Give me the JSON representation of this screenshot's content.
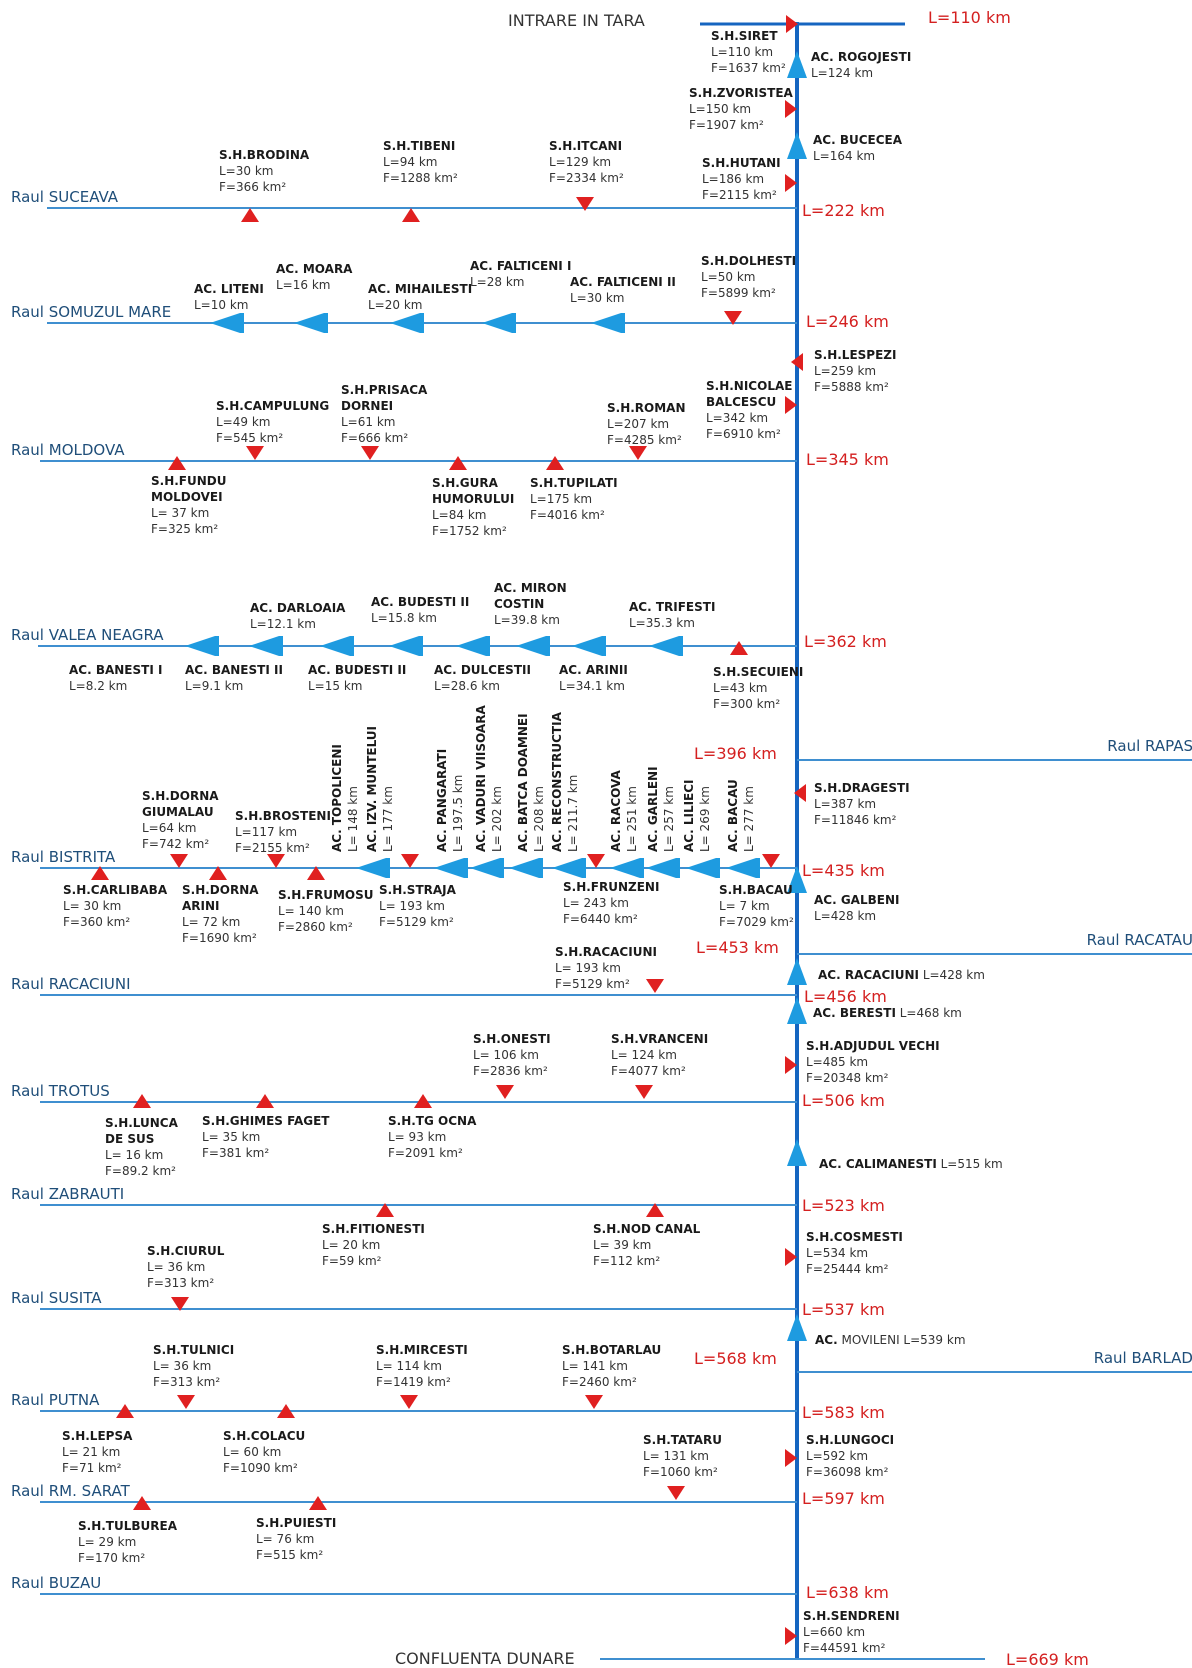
{
  "colors": {
    "river": "#3f8fd0",
    "main_river": "#1565c0",
    "station": "#e02020",
    "dam": "#1e9be0",
    "km_text": "#d42020"
  },
  "labels": {
    "top": "INTRARE IN TARA",
    "bottom": "CONFLUENTA DUNARE",
    "river_prefix": "Raul"
  },
  "km_markers": [
    "L=110 km",
    "L=222 km",
    "L=246 km",
    "L=345 km",
    "L=362 km",
    "L=396 km",
    "L=435 km",
    "L=453 km",
    "L=456 km",
    "L=506 km",
    "L=523 km",
    "L=537 km",
    "L=568 km",
    "L=583 km",
    "L=597 km",
    "L=638 km",
    "L=669 km"
  ],
  "rivers": {
    "left": [
      "SUCEAVA",
      "SOMUZUL MARE",
      "MOLDOVA",
      "VALEA NEAGRA",
      "BISTRITA",
      "RACACIUNI",
      "TROTUS",
      "ZABRAUTI",
      "SUSITA",
      "PUTNA",
      "RM. SARAT",
      "BUZAU"
    ],
    "right": [
      "RAPAS",
      "RACATAU",
      "BARLAD"
    ]
  },
  "blocks": [
    [
      "S.H.SIRET",
      "L=110 km",
      "F=1637 km²"
    ],
    [
      "AC. ROGOJESTI",
      "L=124 km"
    ],
    [
      "S.H.ZVORISTEA",
      "L=150 km",
      "F=1907 km²"
    ],
    [
      "AC. BUCECEA",
      "L=164 km"
    ],
    [
      "S.H.HUTANI",
      "L=186 km",
      "F=2115 km²"
    ],
    [
      "S.H.BRODINA",
      "L=30 km",
      "F=366 km²"
    ],
    [
      "S.H.TIBENI",
      "L=94 km",
      "F=1288 km²"
    ],
    [
      "S.H.ITCANI",
      "L=129 km",
      "F=2334 km²"
    ],
    [
      "AC. LITENI",
      "L=10  km"
    ],
    [
      "AC. MOARA",
      "L=16 km"
    ],
    [
      "AC. MIHAILESTI",
      "L=20 km"
    ],
    [
      "AC. FALTICENI I",
      "L=28 km"
    ],
    [
      "AC. FALTICENI II",
      "L=30 km"
    ],
    [
      "S.H.DOLHESTI",
      "L=50 km",
      "F=5899 km²"
    ],
    [
      "S.H.LESPEZI",
      "L=259 km",
      "F=5888 km²"
    ],
    [
      "S.H.NICOLAE",
      "BALCESCU",
      "L=342 km",
      "F=6910 km²"
    ],
    [
      "S.H.CAMPULUNG",
      "L=49 km",
      "F=545 km²"
    ],
    [
      "S.H.PRISACA",
      "DORNEI",
      "L=61 km",
      "F=666 km²"
    ],
    [
      "S.H.ROMAN",
      "L=207 km",
      "F=4285 km²"
    ],
    [
      "S.H.FUNDU",
      "MOLDOVEI",
      "L= 37 km",
      "F=325 km²"
    ],
    [
      "S.H.GURA",
      "HUMORULUI",
      "L=84 km",
      "F=1752 km²"
    ],
    [
      "S.H.TUPILATI",
      "L=175 km",
      "F=4016 km²"
    ],
    [
      "AC. DARLOAIA",
      "L=12.1  km"
    ],
    [
      "AC. BUDESTI II",
      "L=15.8  km"
    ],
    [
      "AC. MIRON",
      "COSTIN",
      "L=39.8  km"
    ],
    [
      "AC. TRIFESTI",
      "L=35.3  km"
    ],
    [
      "AC. BANESTI I",
      "L=8.2  km"
    ],
    [
      "AC. BANESTI II",
      "L=9.1  km"
    ],
    [
      "AC. BUDESTI II",
      "L=15  km"
    ],
    [
      "AC. DULCESTII",
      "L=28.6  km"
    ],
    [
      "AC. ARINII",
      "L=34.1  km"
    ],
    [
      "S.H.SECUIENI",
      "L=43 km",
      "F=300 km²"
    ],
    [
      "S.H.DORNA",
      "GIUMALAU",
      "L=64 km",
      "F=742 km²"
    ],
    [
      "S.H.BROSTENI",
      "L=117 km",
      "F=2155 km²"
    ],
    [
      "S.H.DRAGESTI",
      "L=387 km",
      "F=11846 km²"
    ],
    [
      "S.H.CARLIBABA",
      "L= 30 km",
      "F=360 km²"
    ],
    [
      "S.H.DORNA",
      "ARINI",
      "L= 72 km",
      "F=1690 km²"
    ],
    [
      "S.H.FRUMOSU",
      "L= 140 km",
      "F=2860 km²"
    ],
    [
      "S.H.STRAJA",
      "L= 193 km",
      "F=5129 km²"
    ],
    [
      "S.H.FRUNZENI",
      "L= 243  km",
      "F=6440 km²"
    ],
    [
      "S.H.BACAU",
      "L= 7  km",
      "F=7029 km²"
    ],
    [
      "AC. GALBENI",
      "L=428  km"
    ],
    [
      "S.H.RACACIUNI",
      "L= 193 km",
      "F=5129 km²"
    ],
    [
      "S.H.ONESTI",
      "L= 106 km",
      "F=2836 km²"
    ],
    [
      "S.H.VRANCENI",
      "L= 124 km",
      "F=4077 km²"
    ],
    [
      "S.H.ADJUDUL VECHI",
      "L=485 km",
      "F=20348 km²"
    ],
    [
      "S.H.LUNCA",
      "DE SUS",
      "L= 16 km",
      "F=89.2 km²"
    ],
    [
      "S.H.GHIMES FAGET",
      "L= 35 km",
      "F=381 km²"
    ],
    [
      "S.H.TG OCNA",
      "L= 93 km",
      "F=2091 km²"
    ],
    [
      "S.H.FITIONESTI",
      "L= 20 km",
      "F=59 km²"
    ],
    [
      "S.H.NOD CANAL",
      "L= 39 km",
      "F=112 km²"
    ],
    [
      "S.H.CIURUL",
      "L= 36 km",
      "F=313 km²"
    ],
    [
      "S.H.COSMESTI",
      "L=534 km",
      "F=25444 km²"
    ],
    [
      "S.H.TULNICI",
      "L= 36 km",
      "F=313 km²"
    ],
    [
      "S.H.MIRCESTI",
      "L= 114 km",
      "F=1419 km²"
    ],
    [
      "S.H.BOTARLAU",
      "L= 141 km",
      "F=2460 km²"
    ],
    [
      "S.H.LEPSA",
      "L= 21 km",
      "F=71 km²"
    ],
    [
      "S.H.COLACU",
      "L= 60 km",
      "F=1090 km²"
    ],
    [
      "S.H.TATARU",
      "L= 131 km",
      "F=1060 km²"
    ],
    [
      "S.H.LUNGOCI",
      "L=592 km",
      "F=36098 km²"
    ],
    [
      "S.H.TULBUREA",
      "L= 29 km",
      "F=170 km²"
    ],
    [
      "S.H.PUIESTI",
      "L= 76 km",
      "F=515 km²"
    ],
    [
      "S.H.SENDRENI",
      "L=660 km",
      "F=44591 km²"
    ]
  ],
  "inline": [
    [
      "AC. RACACIUNI",
      "L=428  km"
    ],
    [
      "AC. BERESTI",
      "L=468  km"
    ],
    [
      "AC. CALIMANESTI",
      "L=515  km"
    ],
    [
      "AC.",
      "MOVILENI  L=539 km"
    ]
  ],
  "rotated": [
    [
      "AC. TOPOLICENI",
      "L= 148  km"
    ],
    [
      "AC. IZV. MUNTELUI",
      "L= 177  km"
    ],
    [
      "AC. PANGARATI",
      "L= 197.5 km"
    ],
    [
      "AC. VADURI VIISOARA",
      "L= 202  km"
    ],
    [
      "AC. BATCA DOAMNEI",
      "L= 208  km"
    ],
    [
      "AC. RECONSTRUCTIA",
      "L= 211.7 km"
    ],
    [
      "AC. RACOVA",
      "L= 251  km"
    ],
    [
      "AC. GARLENI",
      "L= 257  km"
    ],
    [
      "AC. LILIECI",
      "L= 269  km"
    ],
    [
      "AC. BACAU",
      "L= 277  km"
    ]
  ]
}
